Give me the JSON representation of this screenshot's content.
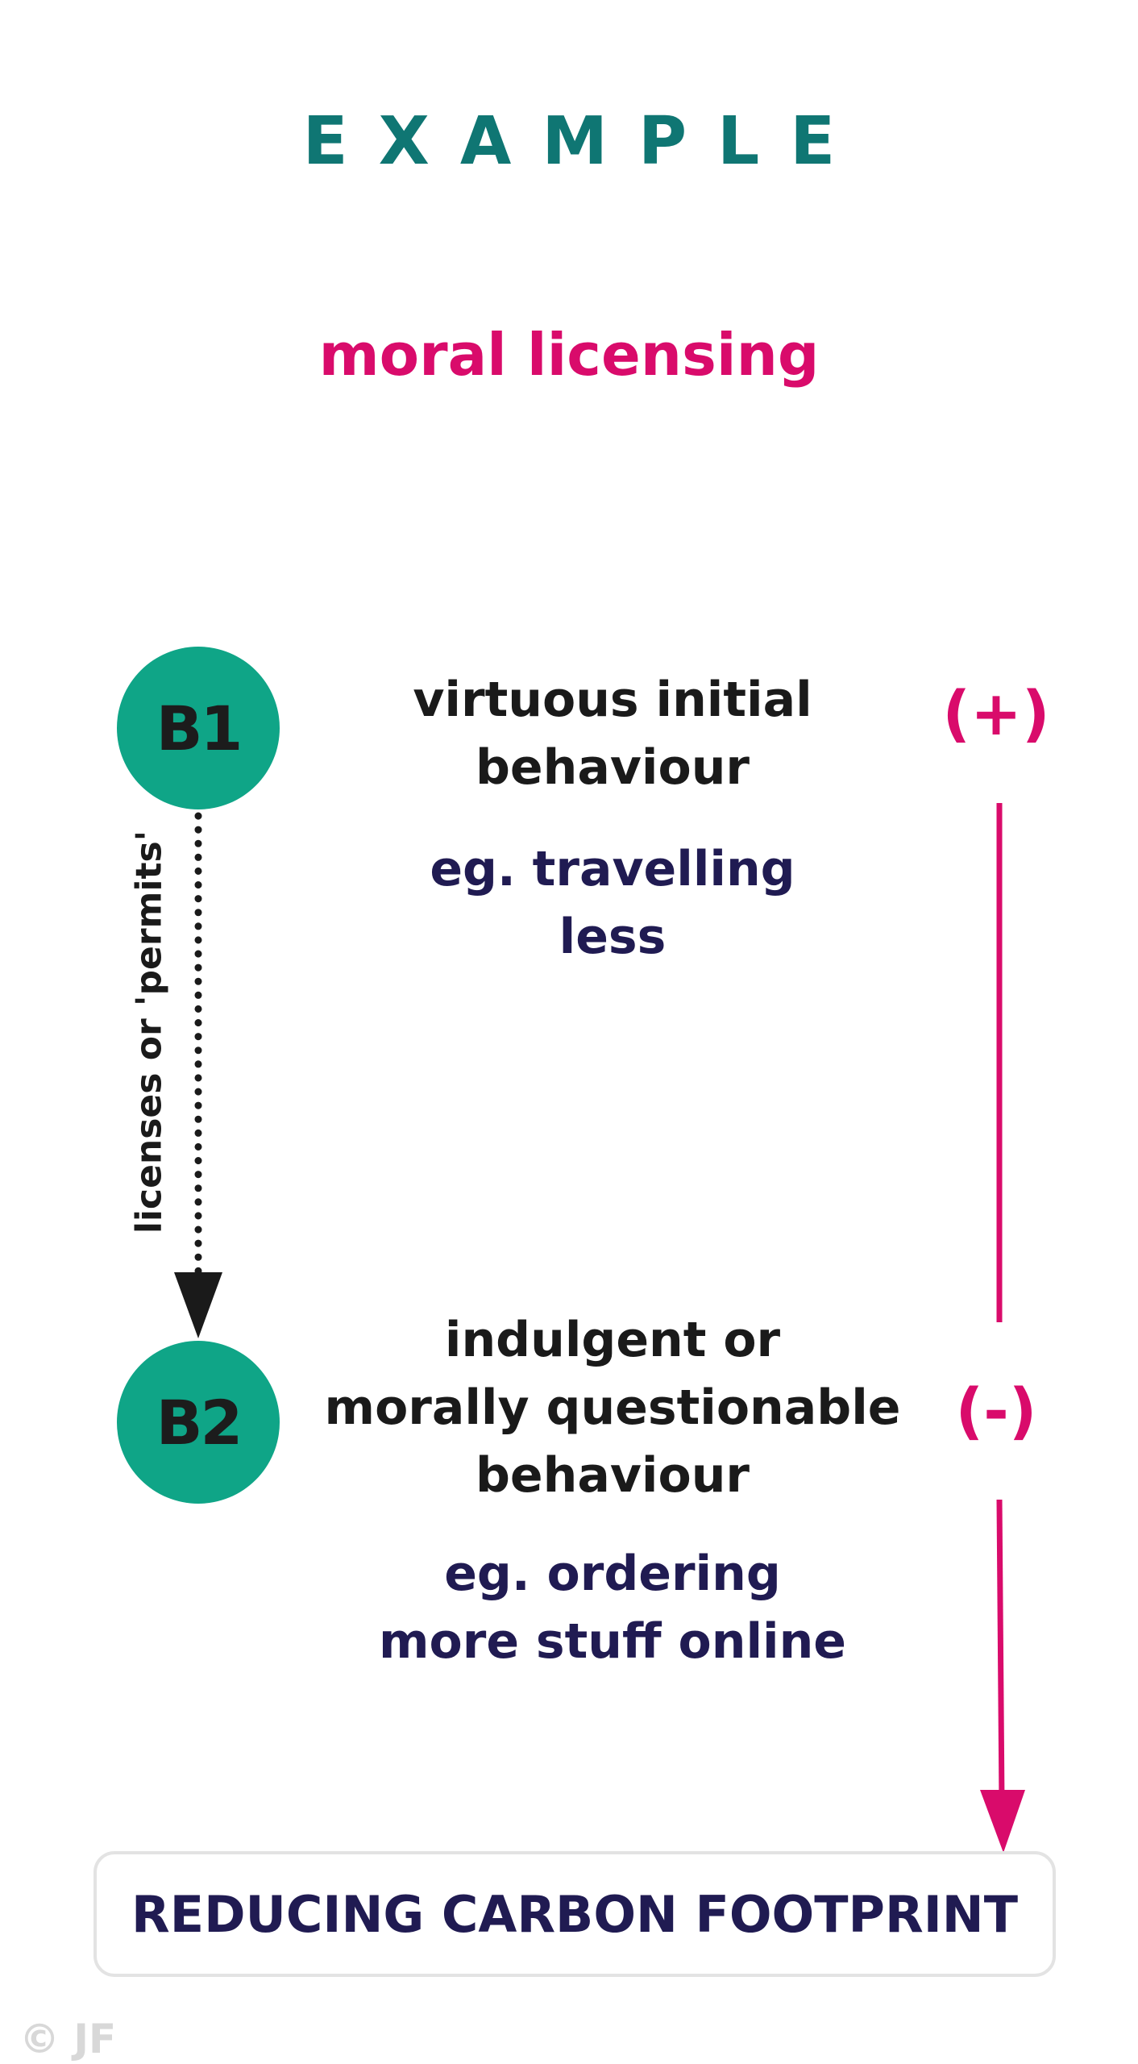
{
  "heading": "EXAMPLE",
  "subtitle": "moral licensing",
  "nodes": [
    {
      "id": "B1",
      "label": "B1"
    },
    {
      "id": "B2",
      "label": "B2"
    }
  ],
  "b1_text": [
    "virtuous initial",
    "behaviour"
  ],
  "b1_example": [
    "eg. travelling",
    "less"
  ],
  "b2_text": [
    "indulgent or",
    "morally questionable",
    "behaviour"
  ],
  "b2_example": [
    "eg. ordering",
    "more stuff online"
  ],
  "edge_label": "licenses or 'permits'",
  "sign_positive": "(+)",
  "sign_negative": "(-)",
  "footer_box": "REDUCING CARBON FOOTPRINT",
  "copyright": "© JF",
  "colors": {
    "teal": "#0f7673",
    "circle": "#0fa587",
    "magenta": "#d90b6b",
    "navy": "#201b52",
    "dark": "#1a1a1a"
  }
}
